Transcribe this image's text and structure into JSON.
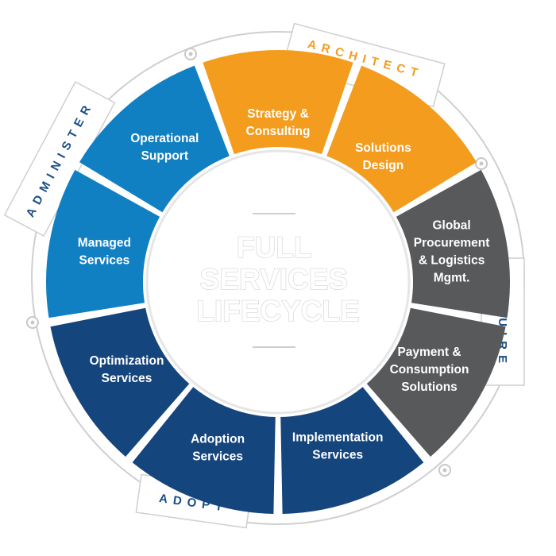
{
  "diagram": {
    "center_title_lines": [
      "FULL",
      "SERVICES",
      "LIFECYCLE"
    ],
    "phases": [
      {
        "label": "ARCHITECT",
        "color": "#f39c1e"
      },
      {
        "label": "ACQUIRE",
        "color": "#1b4f86"
      },
      {
        "label": "ADOPT",
        "color": "#1b4f86"
      },
      {
        "label": "ADMINISTER",
        "color": "#1b4f86"
      }
    ],
    "segments": [
      {
        "lines": [
          "Strategy &",
          "Consulting"
        ],
        "color": "#f39c1e"
      },
      {
        "lines": [
          "Solutions",
          "Design"
        ],
        "color": "#f39c1e"
      },
      {
        "lines": [
          "Global",
          "Procurement",
          "& Logistics",
          "Mgmt."
        ],
        "color": "#58595b"
      },
      {
        "lines": [
          "Payment &",
          "Consumption",
          "Solutions"
        ],
        "color": "#58595b"
      },
      {
        "lines": [
          "Implementation",
          "Services"
        ],
        "color": "#15457d"
      },
      {
        "lines": [
          "Adoption",
          "Services"
        ],
        "color": "#15457d"
      },
      {
        "lines": [
          "Optimization",
          "Services"
        ],
        "color": "#15457d"
      },
      {
        "lines": [
          "Managed",
          "Services"
        ],
        "color": "#1180c3"
      },
      {
        "lines": [
          "Operational",
          "Support"
        ],
        "color": "#1180c3"
      }
    ]
  }
}
